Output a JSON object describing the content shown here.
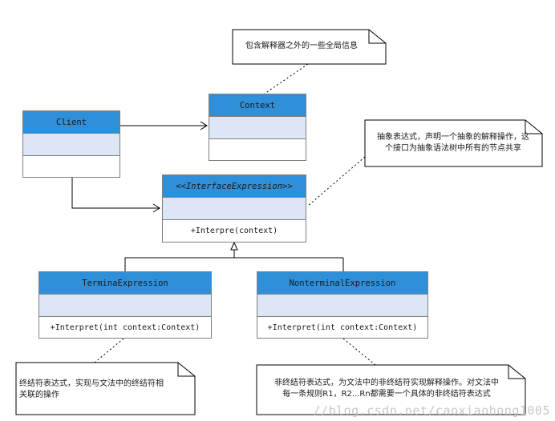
{
  "classes": {
    "client": {
      "name": "Client"
    },
    "context": {
      "name": "Context"
    },
    "interface_expression": {
      "name": "<<InterfaceExpression>>",
      "operation": "+Interpre(context)"
    },
    "terminal_expression": {
      "name": "TerminaExpression",
      "operation": "+Interpret(int context:Context)"
    },
    "nonterminal_expression": {
      "name": "NonterminalExpression",
      "operation": "+Interpret(int context:Context)"
    }
  },
  "notes": {
    "context_note": {
      "lines": [
        "包含解释器之外的一些全局信息"
      ]
    },
    "abstract_note": {
      "lines": [
        "抽象表达式，声明一个抽象的解释操作，这",
        "个接口为抽象语法树中所有的节点共享"
      ]
    },
    "terminal_note": {
      "lines": [
        "终结符表达式，实现与文法中的终结符相",
        "关联的操作"
      ]
    },
    "nonterminal_note": {
      "lines": [
        "非终结符表达式，为文法中的非终结符实现解释操作。对文法中",
        "每一条规则R1，R2...Rn都需要一个具体的非终结符表达式"
      ]
    }
  },
  "watermark": "//blog.csdn.net/caoxiaohong1005",
  "colors": {
    "class_header": "#2f8fd8",
    "class_attr": "#dde6f4",
    "line": "#000000"
  }
}
